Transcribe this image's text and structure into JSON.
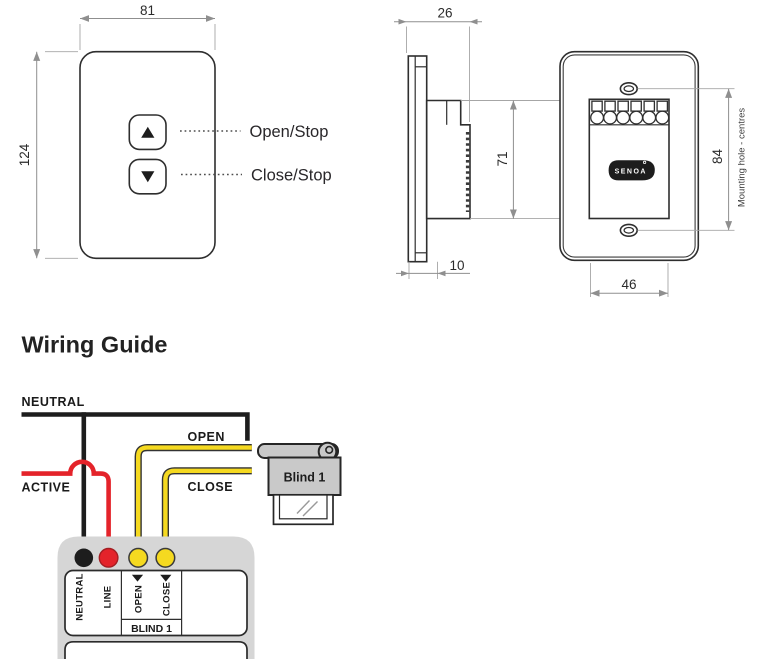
{
  "front_view": {
    "width_dim": "81",
    "height_dim": "124",
    "open_button_label": "Open/Stop",
    "close_button_label": "Close/Stop"
  },
  "side_view": {
    "depth_dim": "26",
    "body_height_dim": "71",
    "plate_depth_dim": "10"
  },
  "back_view": {
    "logo_text": "SENOA",
    "mounting_centres_dim": "84",
    "mounting_note": "Mounting hole - centres",
    "terminal_width_dim": "46"
  },
  "wiring_guide": {
    "title": "Wiring Guide",
    "neutral_label": "NEUTRAL",
    "active_label": "ACTIVE",
    "open_label": "OPEN",
    "close_label": "CLOSE",
    "blind_label": "Blind 1",
    "terminals": [
      "NEUTRAL",
      "LINE",
      "OPEN",
      "CLOSE"
    ],
    "terminal_group_label": "BLIND 1",
    "colors": {
      "neutral_wire": "#1d1d1d",
      "active_wire": "#e4232a",
      "signal_wire": "#f5d920",
      "wire_outline": "#333333",
      "device_body": "#d6d6d6",
      "blind_fill": "#c9c9c9"
    }
  }
}
